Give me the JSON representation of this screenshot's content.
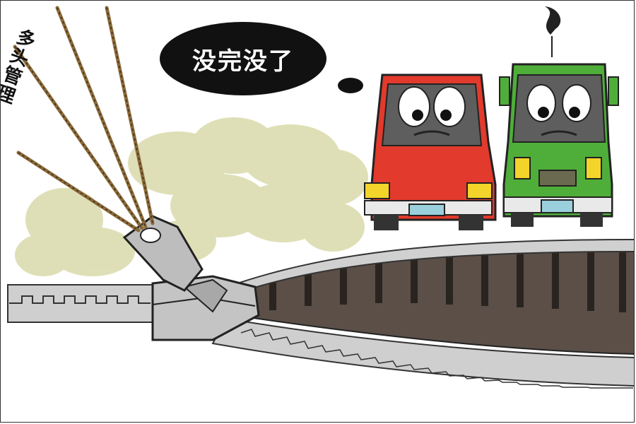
{
  "speech_bubble": {
    "text": "没完没了"
  },
  "rope_label": {
    "chars": [
      "多",
      "头",
      "管",
      "理"
    ]
  },
  "colors": {
    "red_car": "#e23a2c",
    "green_car": "#4fae3a",
    "smoke": "#d8d8a8",
    "zipper": "#c8c8c8",
    "road_dark": "#5a4e46",
    "bubble": "#111111"
  }
}
